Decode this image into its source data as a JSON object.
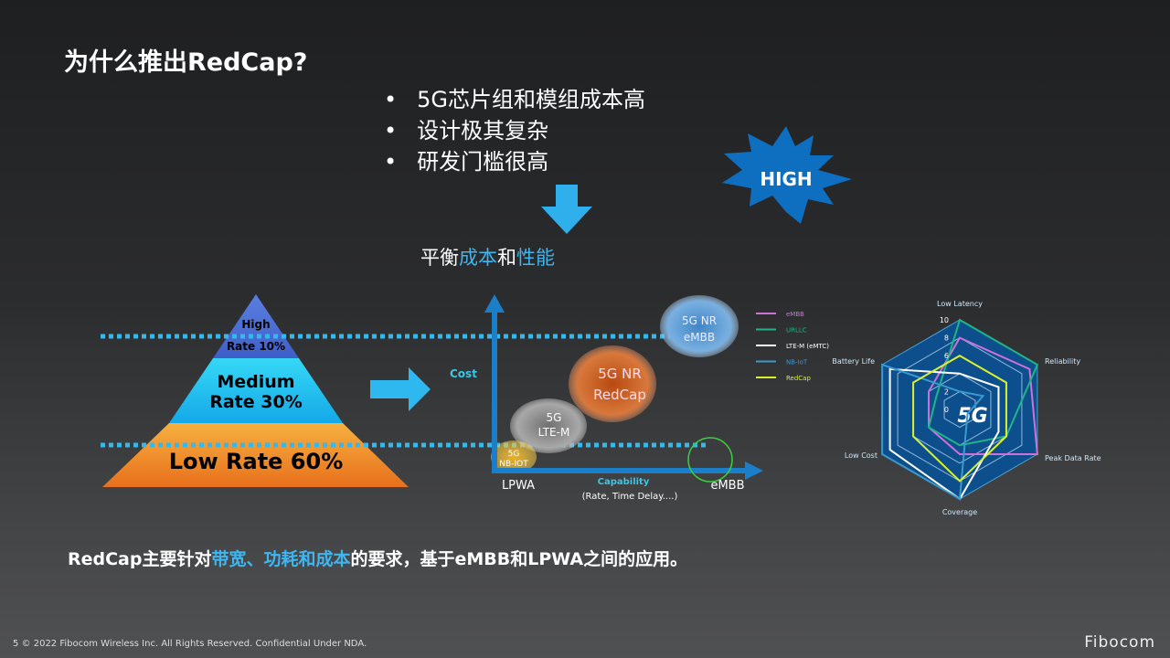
{
  "title": "为什么推出RedCap?",
  "bullets": [
    "5G芯片组和模组成本高",
    "设计极其复杂",
    "研发门槛很高"
  ],
  "burst_label": "HIGH",
  "balance": {
    "pre": "平衡",
    "cost": "成本",
    "and": "和",
    "perf": "性能"
  },
  "pyramid": {
    "high_1": "High",
    "high_2": "Rate 10%",
    "medium_1": "Medium",
    "medium_2": "Rate 30%",
    "low": "Low Rate 60%"
  },
  "bubble": {
    "y_label": "Cost",
    "x_label": "Capability",
    "x_sub": "(Rate, Time Delay....)",
    "x_left": "LPWA",
    "x_right": "eMBB",
    "b1_1": "5G NR",
    "b1_2": "eMBB",
    "b2_1": "5G NR",
    "b2_2": "RedCap",
    "b3_1": "5G",
    "b3_2": "LTE-M",
    "b4_1": "5G",
    "b4_2": "NB-IOT"
  },
  "summary": {
    "a": "RedCap主要针对",
    "b": "带宽、功耗和成本",
    "c": "的要求，基于eMBB和LPWA之间的应用。"
  },
  "footer": "5   © 2022 Fibocom Wireless Inc. All Rights Reserved. Confidential Under NDA.",
  "logo": "Fibocom",
  "chart_data": {
    "type": "radar",
    "axes": [
      "Low Latency",
      "Reliability",
      "Peak Data Rate",
      "Coverage",
      "Low Cost",
      "Battery Life"
    ],
    "tick_labels": [
      "0",
      "2",
      "6",
      "8",
      "10"
    ],
    "range": [
      0,
      10
    ],
    "center_label": "5G",
    "legend_position": "left",
    "series": [
      {
        "name": "eMBB",
        "color": "#d070d8",
        "values": [
          8,
          9,
          10,
          5,
          4,
          4
        ]
      },
      {
        "name": "URLLC",
        "color": "#1fb48a",
        "values": [
          10,
          10,
          6,
          4,
          4,
          3
        ]
      },
      {
        "name": "LTE-M (eMTC)",
        "color": "#ffffff",
        "values": [
          4,
          5,
          5,
          10,
          9,
          9
        ]
      },
      {
        "name": "NB-IoT",
        "color": "#3a9ad0",
        "values": [
          2,
          3,
          1,
          10,
          10,
          10
        ]
      },
      {
        "name": "RedCap",
        "color": "#d8f030",
        "values": [
          6,
          6,
          6,
          8,
          6,
          6
        ]
      }
    ]
  }
}
